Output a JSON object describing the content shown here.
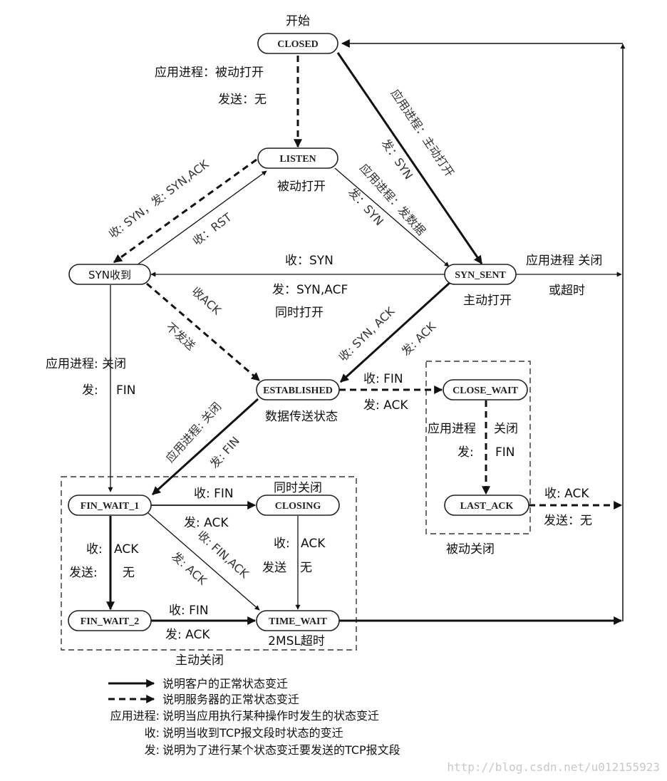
{
  "title": "TCP状态变迁图",
  "states": {
    "closed": "CLOSED",
    "listen": "LISTEN",
    "syn_rcvd": "SYN收到",
    "syn_sent": "SYN_SENT",
    "established": "ESTABLISHED",
    "close_wait": "CLOSE_WAIT",
    "last_ack": "LAST_ACK",
    "fin_wait_1": "FIN_WAIT_1",
    "fin_wait_2": "FIN_WAIT_2",
    "closing": "CLOSING",
    "time_wait": "TIME_WAIT"
  },
  "captions": {
    "start": "开始",
    "passive_open": "被动打开",
    "active_open": "主动打开",
    "data_transfer": "数据传送状态",
    "simultaneous_close": "同时关闭",
    "timeout_2msl": "2MSL超时",
    "active_close": "主动关闭",
    "passive_close": "被动关闭"
  },
  "transitions": {
    "closed_listen_1": "应用进程：被动打开",
    "closed_listen_2": "发送：无",
    "closed_synsent_1": "应用进程：主动打开",
    "closed_synsent_2": "发：SYN",
    "listen_synsent_1": "应用进程：发数据",
    "listen_synsent_2": "发：SYN",
    "listen_synrcvd": "收: SYN，发: SYN,ACK",
    "synrcvd_listen": "收：RST",
    "synsent_synrcvd_1": "收：SYN",
    "synsent_synrcvd_2": "发：SYN,ACF",
    "synsent_synrcvd_3": "同时打开",
    "synsent_closed_1": "应用进程 关闭",
    "synsent_closed_2": "或超时",
    "synrcvd_est_1": "收ACK",
    "synrcvd_est_2": "不发送",
    "synsent_est_1": "收: SYN, ACK",
    "synsent_est_2": "发: ACK",
    "synrcvd_finwait1_1": "应用进程: 关闭",
    "synrcvd_finwait1_2a": "发:",
    "synrcvd_finwait1_2b": "FIN",
    "est_closewait_1": "收:  FIN",
    "est_closewait_2": "发: ACK",
    "est_finwait1_1": "应用进程:  关闭",
    "est_finwait1_2": "发: FIN",
    "closewait_lastack_1a": "应用进程",
    "closewait_lastack_1b": "关闭",
    "closewait_lastack_2a": "发:",
    "closewait_lastack_2b": "FIN",
    "lastack_closed_1": "收: ACK",
    "lastack_closed_2": "发送：无",
    "finwait1_closing_1": "收: FIN",
    "finwait1_closing_2": "发: ACK",
    "finwait1_finwait2_1a": "收:",
    "finwait1_finwait2_1b": "ACK",
    "finwait1_finwait2_2a": "发送:",
    "finwait1_finwait2_2b": "无",
    "finwait1_timewait_1": "收: FIN,ACK",
    "finwait1_timewait_2": "发: ACK",
    "closing_timewait_1a": "收:",
    "closing_timewait_1b": "ACK",
    "closing_timewait_2a": "发送",
    "closing_timewait_2b": "无",
    "finwait2_timewait_1": "收: FIN",
    "finwait2_timewait_2": "发: ACK"
  },
  "legend": [
    {
      "key": "solid-arrow",
      "text": "说明客户的正常状态变迁"
    },
    {
      "key": "dashed-arrow",
      "text": "说明服务器的正常状态变迁"
    },
    {
      "key": "应用进程:",
      "text": "说明当应用执行某种操作时发生的状态变迁"
    },
    {
      "key": "收:",
      "text": "说明当收到TCP报文段时状态的变迁"
    },
    {
      "key": "发:",
      "text": "说明为了进行某个状态变迁要发送的TCP报文段"
    }
  ],
  "watermark": "http://blog.csdn.net/u012155923"
}
